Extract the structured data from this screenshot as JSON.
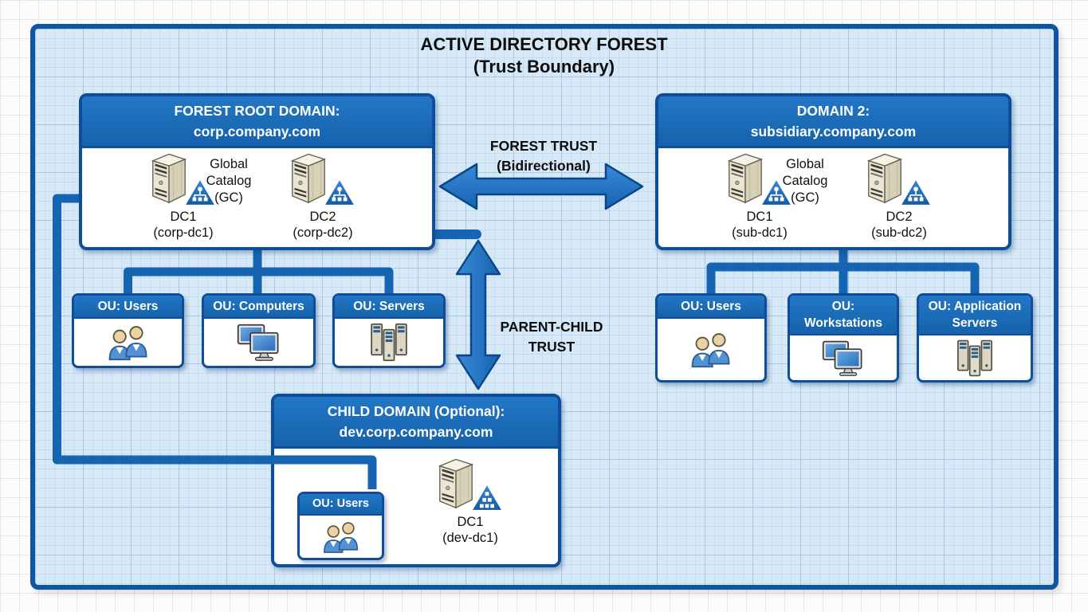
{
  "diagram_title": {
    "line1": "ACTIVE DIRECTORY FOREST",
    "line2": "(Trust Boundary)"
  },
  "forest_root_domain": {
    "title_line1": "FOREST ROOT DOMAIN:",
    "title_line2": "corp.company.com",
    "global_catalog_label": "Global\nCatalog\n(GC)",
    "dcs": [
      {
        "name": "DC1",
        "hostname": "(corp-dc1)"
      },
      {
        "name": "DC2",
        "hostname": "(corp-dc2)"
      }
    ]
  },
  "domain2": {
    "title_line1": "DOMAIN 2:",
    "title_line2": "subsidiary.company.com",
    "global_catalog_label": "Global\nCatalog\n(GC)",
    "dcs": [
      {
        "name": "DC1",
        "hostname": "(sub-dc1)"
      },
      {
        "name": "DC2",
        "hostname": "(sub-dc2)"
      }
    ]
  },
  "child_domain": {
    "title_line1": "CHILD DOMAIN (Optional):",
    "title_line2": "dev.corp.company.com",
    "ou_label": "OU: Users",
    "dc": {
      "name": "DC1",
      "hostname": "(dev-dc1)"
    }
  },
  "forest_trust": {
    "line1": "FOREST TRUST",
    "line2": "(Bidirectional)"
  },
  "parent_child_trust": {
    "line1": "PARENT-CHILD",
    "line2": "TRUST"
  },
  "forest_root_ous": [
    {
      "label": "OU: Users",
      "icon": "users-icon"
    },
    {
      "label": "OU: Computers",
      "icon": "computers-icon"
    },
    {
      "label": "OU: Servers",
      "icon": "servers-icon"
    }
  ],
  "domain2_ous": [
    {
      "label": "OU: Users",
      "icon": "users-icon"
    },
    {
      "label": "OU:\nWorkstations",
      "icon": "computers-icon"
    },
    {
      "label": "OU: Application\nServers",
      "icon": "servers-icon"
    }
  ],
  "colors": {
    "boundary_border": "#1155a2",
    "boundary_fill": "#d7e9f7",
    "box_border": "#0e4d99",
    "header_blue_top": "#2277c6",
    "header_blue_bottom": "#1562ab",
    "connector_blue": "#1565b3",
    "arrow_fill_light": "#3a8ad8",
    "arrow_fill_dark": "#1663b0",
    "arrow_outline": "#0b4689",
    "text_dark": "#111111"
  }
}
